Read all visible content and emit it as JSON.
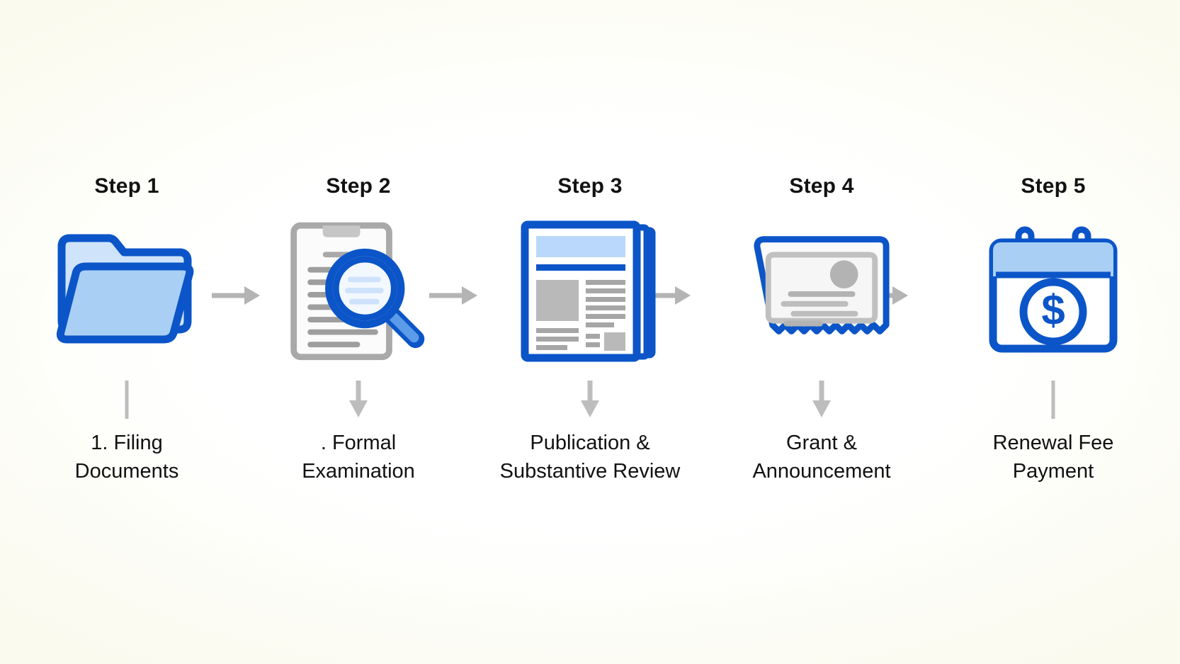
{
  "diagram": {
    "type": "horizontal-process-flow",
    "title": "",
    "background_color": "#fcfcf7",
    "accent_color": "#0f5fd4",
    "accent_light_color": "#a8cdf5",
    "muted_color": "#b1b1b1",
    "step_count": 5,
    "steps": [
      {
        "title": "Step 1",
        "icon": "folder-icon",
        "connector": "line",
        "caption_lines": [
          "1. Filing",
          "Documents"
        ]
      },
      {
        "title": "Step 2",
        "icon": "document-magnifier-icon",
        "connector": "arrow-down",
        "caption_lines": [
          ". Formal",
          "Examination"
        ]
      },
      {
        "title": "Step 3",
        "icon": "newspaper-icon",
        "connector": "arrow-down",
        "caption_lines": [
          "Publication &",
          "Substantive Review"
        ]
      },
      {
        "title": "Step 4",
        "icon": "certificate-icon",
        "connector": "arrow-down",
        "caption_lines": [
          "Grant &",
          "Announcement"
        ]
      },
      {
        "title": "Step 5",
        "icon": "calendar-dollar-icon",
        "connector": "line",
        "caption_lines": [
          "Renewal Fee",
          "Payment"
        ]
      }
    ],
    "between_arrows": [
      {
        "from": "Step 1",
        "to": "Step 2",
        "icon": "arrow-right-icon"
      },
      {
        "from": "Step 2",
        "to": "Step 3",
        "icon": "arrow-right-icon"
      },
      {
        "from": "Step 3",
        "to": "Step 4",
        "icon": "arrow-right-icon"
      },
      {
        "from": "Step 4",
        "to": "Step 5",
        "icon": "arrow-right-icon"
      }
    ]
  }
}
